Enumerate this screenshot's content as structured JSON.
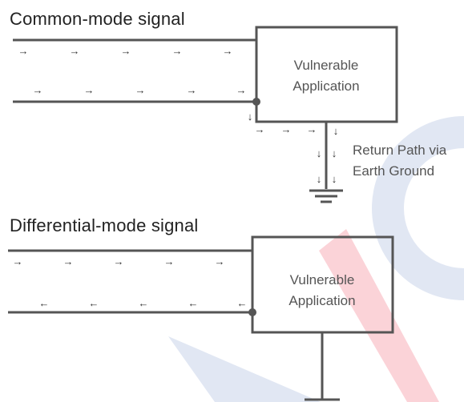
{
  "common": {
    "title": "Common-mode signal",
    "box_label_line1": "Vulnerable",
    "box_label_line2": "Application",
    "return_label_line1": "Return Path via",
    "return_label_line2": "Earth Ground"
  },
  "differential": {
    "title": "Differential-mode signal",
    "box_label_line1": "Vulnerable",
    "box_label_line2": "Application"
  },
  "colors": {
    "wire": "#555555",
    "watermark_blue": "#e1e7f3",
    "watermark_red": "#fbd3d8"
  },
  "icons": {
    "arrow_right": "→",
    "arrow_left": "←",
    "arrow_down": "↓"
  }
}
